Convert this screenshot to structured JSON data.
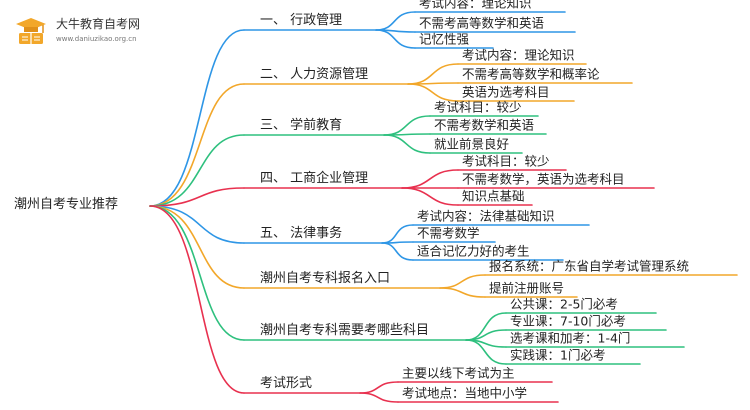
{
  "logo": {
    "name": "大牛教育自考网",
    "url": "www.daniuzikao.org.cn",
    "icon": "graduation-book-icon"
  },
  "root": "潮州自考专业推荐",
  "branches": [
    {
      "label": "一、 行政管理",
      "color": "#2e96e6",
      "leaves": [
        "考试内容：理论知识",
        "不需考高等数学和英语",
        "记忆性强"
      ]
    },
    {
      "label": "二、 人力资源管理",
      "color": "#f2a72a",
      "leaves": [
        "考试内容：理论知识",
        "不需考高等数学和概率论",
        "英语为选考科目"
      ]
    },
    {
      "label": "三、 学前教育",
      "color": "#2ec07e",
      "leaves": [
        "考试科目：较少",
        "不需考数学和英语",
        "就业前景良好"
      ]
    },
    {
      "label": "四、 工商企业管理",
      "color": "#e8314f",
      "leaves": [
        "考试科目：较少",
        "不需考数学，英语为选考科目",
        "知识点基础"
      ]
    },
    {
      "label": "五、 法律事务",
      "color": "#2e96e6",
      "leaves": [
        "考试内容：法律基础知识",
        "不需考数学",
        "适合记忆力好的考生"
      ]
    },
    {
      "label": "潮州自考专科报名入口",
      "color": "#f2a72a",
      "leaves": [
        "报名系统：广东省自学考试管理系统",
        "提前注册账号"
      ]
    },
    {
      "label": "潮州自考专科需要考哪些科目",
      "color": "#2ec07e",
      "leaves": [
        "公共课：2-5门必考",
        "专业课：7-10门必考",
        "选考课和加考：1-4门",
        "实践课：1门必考"
      ]
    },
    {
      "label": "考试形式",
      "color": "#e8314f",
      "leaves": [
        "主要以线下考试为主",
        "考试地点：当地中小学"
      ]
    }
  ]
}
